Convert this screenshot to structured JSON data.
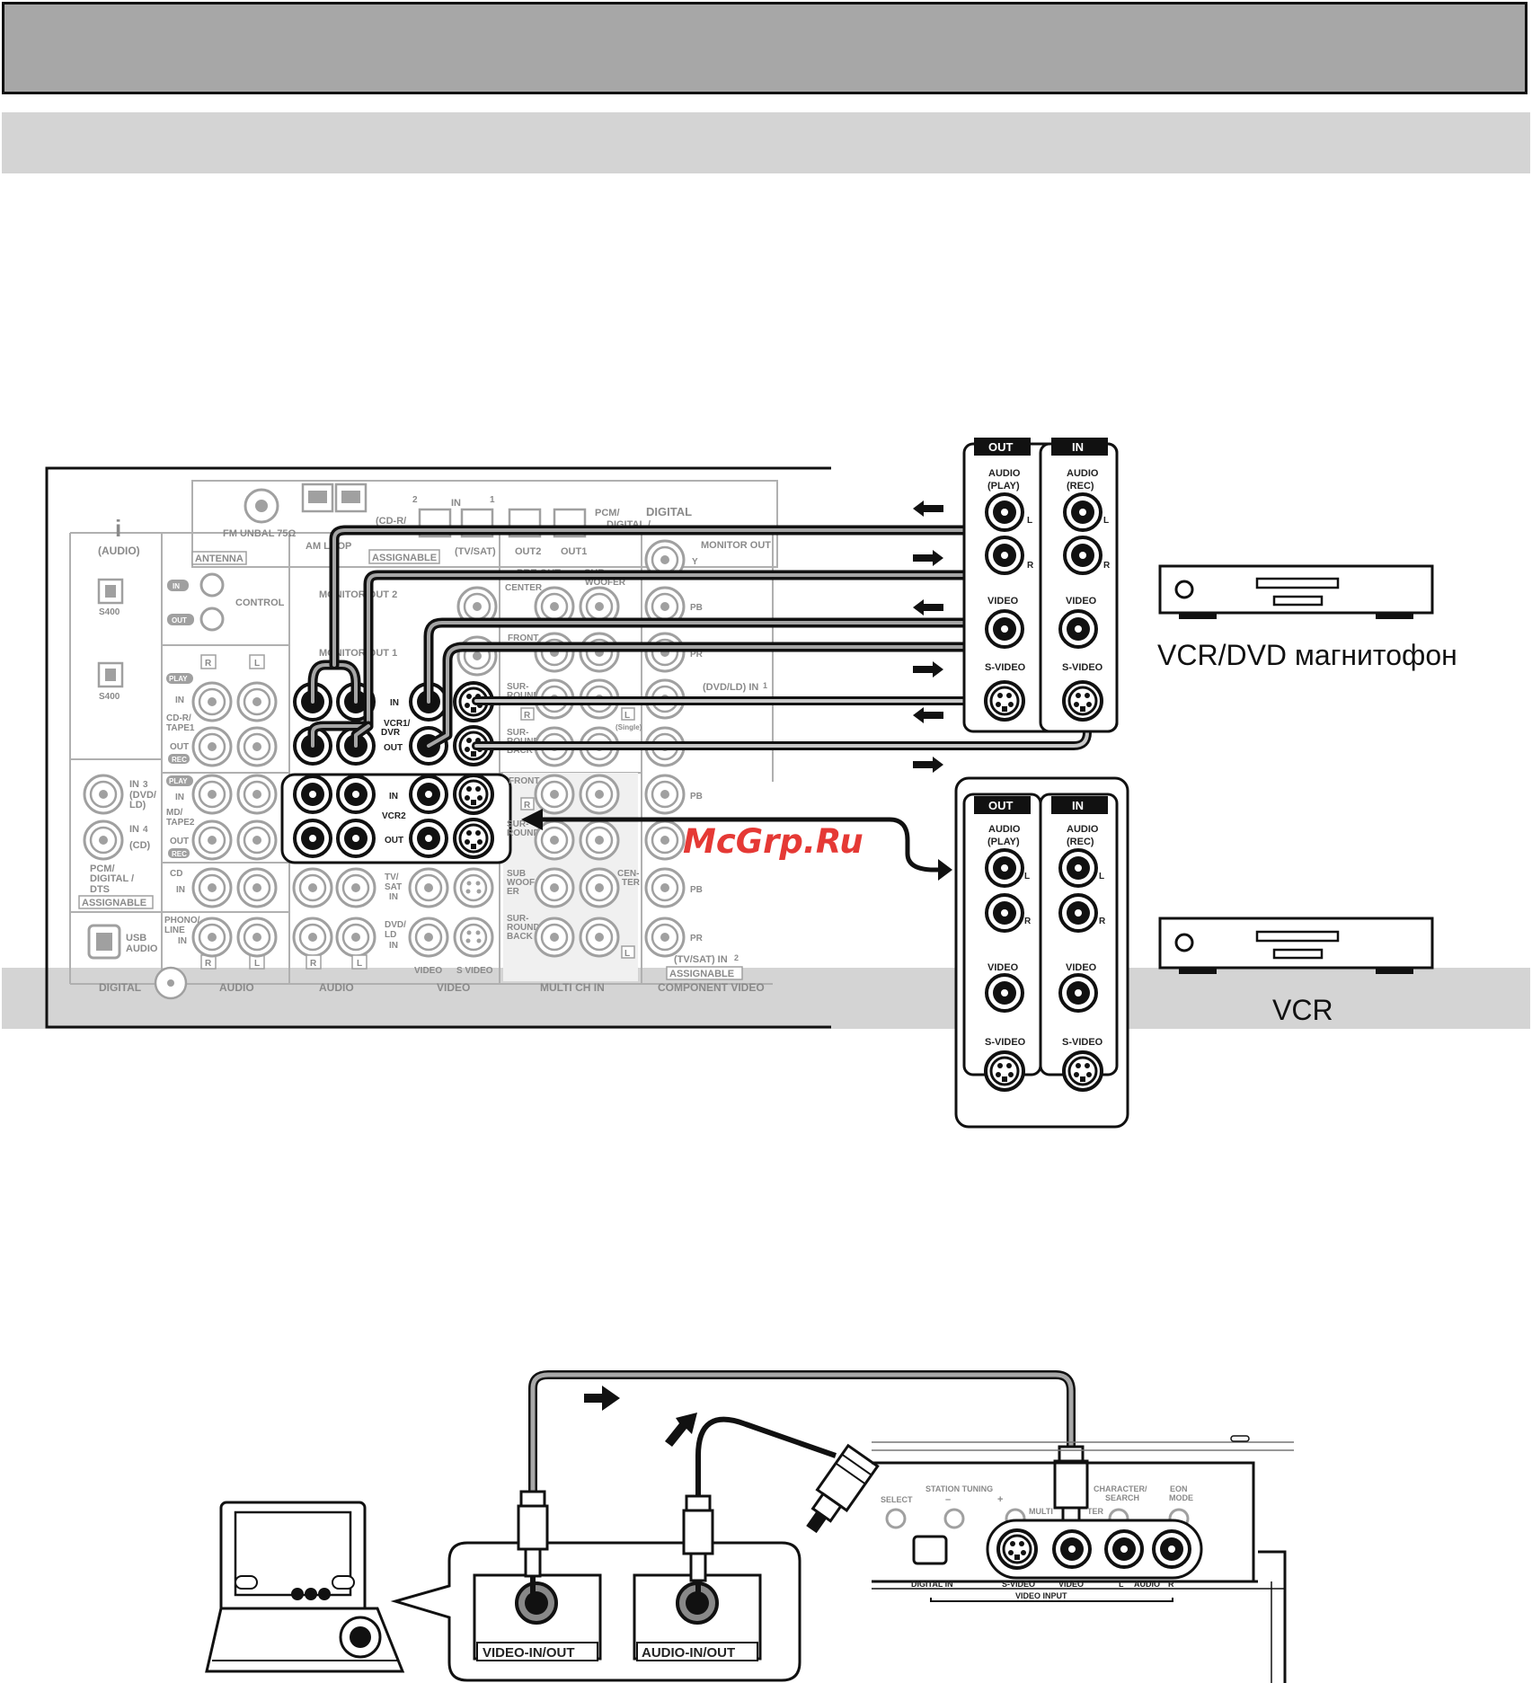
{
  "receiver": {
    "antenna": {
      "fm_label": "FM UNBAL 75Ω",
      "am_label": "AM LOOP",
      "section": "ANTENNA"
    },
    "digital_in": {
      "num_left": "2",
      "in_label": "IN",
      "num_right": "1",
      "cd_r": "(CD-R/",
      "assignable": "ASSIGNABLE",
      "tv_sat": "(TV/SAT)",
      "out2": "OUT2",
      "out1": "OUT1",
      "pcm": "PCM/",
      "dolby_digital": "DIGITAL /",
      "digital": "DIGITAL"
    },
    "left_col": {
      "i_symbol": "i",
      "audio": "(AUDIO)",
      "s400_a": "S400",
      "s400_b": "S400",
      "in_3": "IN",
      "num_3": "3",
      "dvd_ld": "(DVD/",
      "ld": "LD)",
      "in_4": "IN",
      "num_4": "4",
      "cd": "(CD)",
      "pcm": "PCM/",
      "dolby_digital": "DIGITAL /",
      "dts": "DTS",
      "assignable": "ASSIGNABLE",
      "usb": "USB",
      "usb_audio": "AUDIO",
      "digital": "DIGITAL"
    },
    "control": {
      "label": "CONTROL",
      "in": "IN",
      "out": "OUT"
    },
    "audio_col": {
      "R": "R",
      "L": "L",
      "play": "PLAY",
      "in": "IN",
      "cdr_tape1": "CD-R/",
      "tape1": "TAPE1",
      "out": "OUT",
      "rec": "REC",
      "play2": "PLAY",
      "in2": "IN",
      "md_tape2": "MD/",
      "tape2": "TAPE2",
      "out2": "OUT",
      "rec2": "REC",
      "cd": "CD",
      "cd_in": "IN",
      "phono": "PHONO/",
      "line": "LINE",
      "phono_in": "IN",
      "R2": "R",
      "L2": "L",
      "section": "AUDIO"
    },
    "video_col": {
      "monitor_out2": "MONITOR OUT 2",
      "monitor_out1": "MONITOR OUT 1",
      "in": "IN",
      "vcr1_dvr": "VCR1/",
      "dvr": "DVR",
      "out": "OUT",
      "vcr2_in": "IN",
      "vcr2": "VCR2",
      "vcr2_out": "OUT",
      "tv_sat": "TV/",
      "sat": "SAT",
      "tv_in": "IN",
      "dvd_ld": "DVD/",
      "ld": "LD",
      "dvd_in": "IN",
      "R": "R",
      "L": "L",
      "audio": "AUDIO",
      "video": "VIDEO",
      "s_video": "S VIDEO",
      "video_section": "VIDEO"
    },
    "preout": {
      "pre_out": "PRE OUT",
      "sub": "SUB",
      "center": "CENTER",
      "woofer": "WOOFER",
      "front": "FRONT",
      "surround": "SUR-",
      "round": "ROUND",
      "surround_back": "SUR-",
      "round_back": "ROUND",
      "back": "BACK",
      "single": "(Single)",
      "R": "R",
      "L": "L"
    },
    "multich": {
      "front": "FRONT",
      "surround": "SUR-",
      "round": "ROUND",
      "sub": "SUB",
      "woofer": "WOOF-",
      "er": "ER",
      "center": "CEN-",
      "ter": "TER",
      "surround_back": "SUR-",
      "round_back": "ROUND",
      "back": "BACK",
      "R": "R",
      "L": "L",
      "section": "MULTI CH IN"
    },
    "component": {
      "monitor_out": "MONITOR OUT",
      "y": "Y",
      "pb": "PB",
      "pr": "PR",
      "dvd_ld_in": "(DVD/LD) IN",
      "num_1": "1",
      "tv_sat_in": "(TV/SAT) IN",
      "num_2": "2",
      "assignable": "ASSIGNABLE",
      "section": "COMPONENT VIDEO"
    }
  },
  "device1": {
    "out_header": "OUT",
    "in_header": "IN",
    "audio_play": "AUDIO",
    "play": "(PLAY)",
    "audio_rec": "AUDIO",
    "rec": "(REC)",
    "L": "L",
    "R": "R",
    "video": "VIDEO",
    "s_video": "S-VIDEO",
    "name": "VCR/DVD магнитофон"
  },
  "device2": {
    "out_header": "OUT",
    "in_header": "IN",
    "audio_play": "AUDIO",
    "play": "(PLAY)",
    "audio_rec": "AUDIO",
    "rec": "(REC)",
    "L": "L",
    "R": "R",
    "video": "VIDEO",
    "s_video": "S-VIDEO",
    "name": "VCR"
  },
  "watermark": "McGrp.Ru",
  "bottom": {
    "video_jack": "VIDEO-IN/OUT",
    "audio_jack": "AUDIO-IN/OUT",
    "station_tuning": "STATION TUNING",
    "select": "SELECT",
    "minus": "–",
    "plus": "+",
    "character": "CHARACTER/",
    "search": "SEARCH",
    "eon": "EON",
    "mode": "MODE",
    "multi": "MULTI",
    "ter": "TER",
    "digital_in": "DIGITAL IN",
    "s_video": "S-VIDEO",
    "video": "VIDEO",
    "L": "L",
    "audio": "AUDIO",
    "R": "R",
    "video_input": "VIDEO INPUT"
  }
}
